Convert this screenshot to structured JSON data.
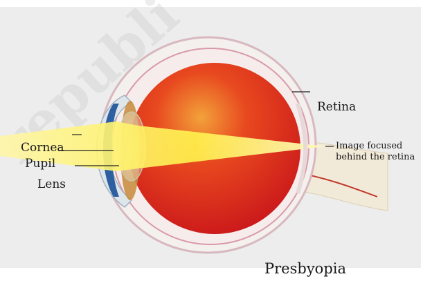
{
  "labels": {
    "retina": "Retina",
    "cornea": "Cornea",
    "pupil": "Pupil",
    "lens": "Lens",
    "image_line1": "Image focused",
    "image_line2": "behind the retina"
  },
  "caption": "Presbyopia",
  "watermark": "republi",
  "colors": {
    "background_panel": "#ededed",
    "eye_interior": "#e0201a",
    "light_beam": "#fff27a",
    "sclera": "#f3f0ee"
  }
}
